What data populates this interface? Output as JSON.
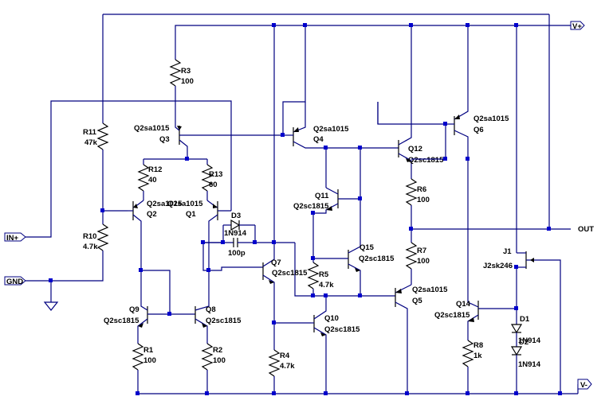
{
  "ports": {
    "vplus": "V+",
    "vminus": "V-",
    "inplus": "IN+",
    "gnd": "GND",
    "out": "OUT"
  },
  "resistors": {
    "R1": {
      "name": "R1",
      "value": "100"
    },
    "R2": {
      "name": "R2",
      "value": "100"
    },
    "R3": {
      "name": "R3",
      "value": "100"
    },
    "R4": {
      "name": "R4",
      "value": "4.7k"
    },
    "R5": {
      "name": "R5",
      "value": "4.7k"
    },
    "R6": {
      "name": "R6",
      "value": "100"
    },
    "R7": {
      "name": "R7",
      "value": "100"
    },
    "R8": {
      "name": "R8",
      "value": "1k"
    },
    "R10": {
      "name": "R10",
      "value": "4.7k"
    },
    "R11": {
      "name": "R11",
      "value": "47k"
    },
    "R12": {
      "name": "R12",
      "value": "40"
    },
    "R13": {
      "name": "R13",
      "value": "60"
    }
  },
  "transistors": {
    "Q1": {
      "name": "Q1",
      "model": "Q2sa1015"
    },
    "Q2": {
      "name": "Q2",
      "model": "Q2sa1015"
    },
    "Q3": {
      "name": "Q3",
      "model": "Q2sa1015"
    },
    "Q4": {
      "name": "Q4",
      "model": "Q2sa1015"
    },
    "Q5": {
      "name": "Q5",
      "model": "Q2sa1015"
    },
    "Q6": {
      "name": "Q6",
      "model": "Q2sa1015"
    },
    "Q7": {
      "name": "Q7",
      "model": "Q2sc1815"
    },
    "Q8": {
      "name": "Q8",
      "model": "Q2sc1815"
    },
    "Q9": {
      "name": "Q9",
      "model": "Q2sc1815"
    },
    "Q10": {
      "name": "Q10",
      "model": "Q2sc1815"
    },
    "Q11": {
      "name": "Q11",
      "model": "Q2sc1815"
    },
    "Q12": {
      "name": "Q12",
      "model": "Q2sc1815"
    },
    "Q14": {
      "name": "Q14",
      "model": "Q2sc1815"
    },
    "Q15": {
      "name": "Q15",
      "model": "Q2sc1815"
    },
    "J1": {
      "name": "J1",
      "model": "J2sk246"
    }
  },
  "diodes": {
    "D1": {
      "name": "D1",
      "model": "1N914"
    },
    "D2": {
      "name": "D2",
      "model": "1N914"
    },
    "D3": {
      "name": "D3",
      "model": "1N914"
    }
  },
  "capacitors": {
    "C1": {
      "value": "100p"
    }
  }
}
